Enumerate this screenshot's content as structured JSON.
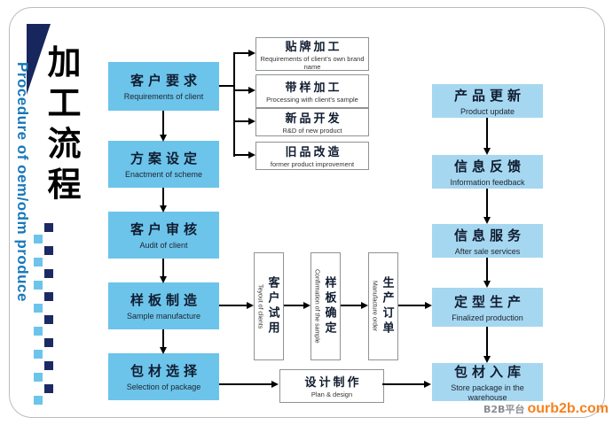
{
  "page": {
    "title": "加工流程",
    "subtitle": "Procedure of oem/odm produce"
  },
  "left_column": [
    {
      "title": "客户要求",
      "subtitle": "Requirements of client"
    },
    {
      "title": "方案设定",
      "subtitle": "Enactment of scheme"
    },
    {
      "title": "客户审核",
      "subtitle": "Audit of client"
    },
    {
      "title": "样板制造",
      "subtitle": "Sample manufacture"
    },
    {
      "title": "包材选择",
      "subtitle": "Selection of package"
    }
  ],
  "branch_boxes": [
    {
      "title": "贴牌加工",
      "subtitle": "Requirements of client’s own brand name"
    },
    {
      "title": "带样加工",
      "subtitle": "Processing with client’s sample"
    },
    {
      "title": "新品开发",
      "subtitle": "R&D of new product"
    },
    {
      "title": "旧品改造",
      "subtitle": "former product improvement"
    }
  ],
  "middle_vertical_boxes": [
    {
      "title": "客户试用",
      "subtitle": "Teyout of clients"
    },
    {
      "title": "样板确定",
      "subtitle": "Confirmation of the sample"
    },
    {
      "title": "生产订单",
      "subtitle": "Manufacture order"
    }
  ],
  "right_column": [
    {
      "title": "产品更新",
      "subtitle": "Product update"
    },
    {
      "title": "信息反馈",
      "subtitle": "Information feedback"
    },
    {
      "title": "信息服务",
      "subtitle": "After sale services"
    },
    {
      "title": "定型生产",
      "subtitle": "Finalized production"
    },
    {
      "title": "包材入库",
      "subtitle": "Store package in the warehouse"
    }
  ],
  "bottom_box": {
    "title": "设计制作",
    "subtitle": "Plan & design"
  },
  "logo": {
    "prefix": "B2B平台",
    "domain": "ourb2b.com"
  },
  "colors": {
    "node_blue_left": "#6cc4ea",
    "node_blue_right": "#a6d7f0",
    "title_blue": "#1878ba",
    "corner_navy": "#17265c",
    "logo_orange": "#f58220"
  }
}
